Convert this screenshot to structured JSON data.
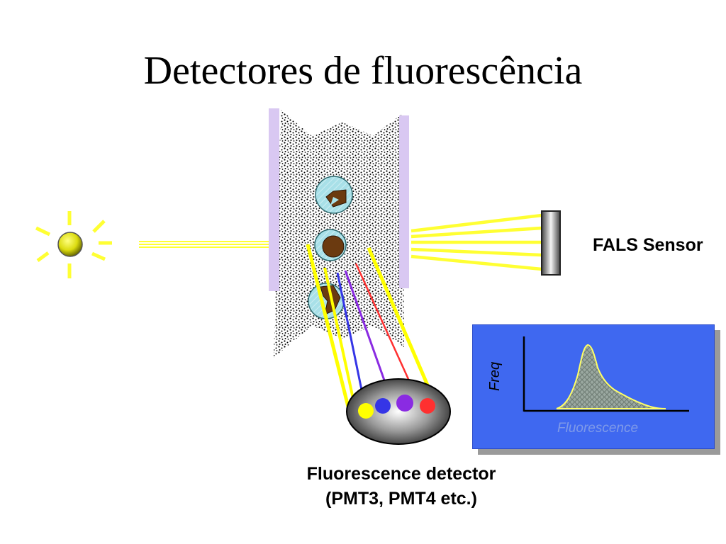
{
  "slide": {
    "title": "Detectores de fluorescência"
  },
  "sensor": {
    "label": "FALS Sensor"
  },
  "detector": {
    "label_line1": "Fluorescence detector",
    "label_line2": "(PMT3, PMT4 etc.)"
  },
  "histogram": {
    "y_label": "Freq",
    "x_label": "Fluorescence"
  },
  "colors": {
    "light": "#ffff33",
    "channel_window": "#d9c8f2",
    "panel_background": "#3f68f0",
    "cell_cytoplasm": "#a8e0e8",
    "cell_nucleus": "#6b3a10",
    "emission_yellow": "#ffff00",
    "emission_blue": "#3535e6",
    "emission_purple": "#8a2be2",
    "emission_red": "#ff3030"
  }
}
